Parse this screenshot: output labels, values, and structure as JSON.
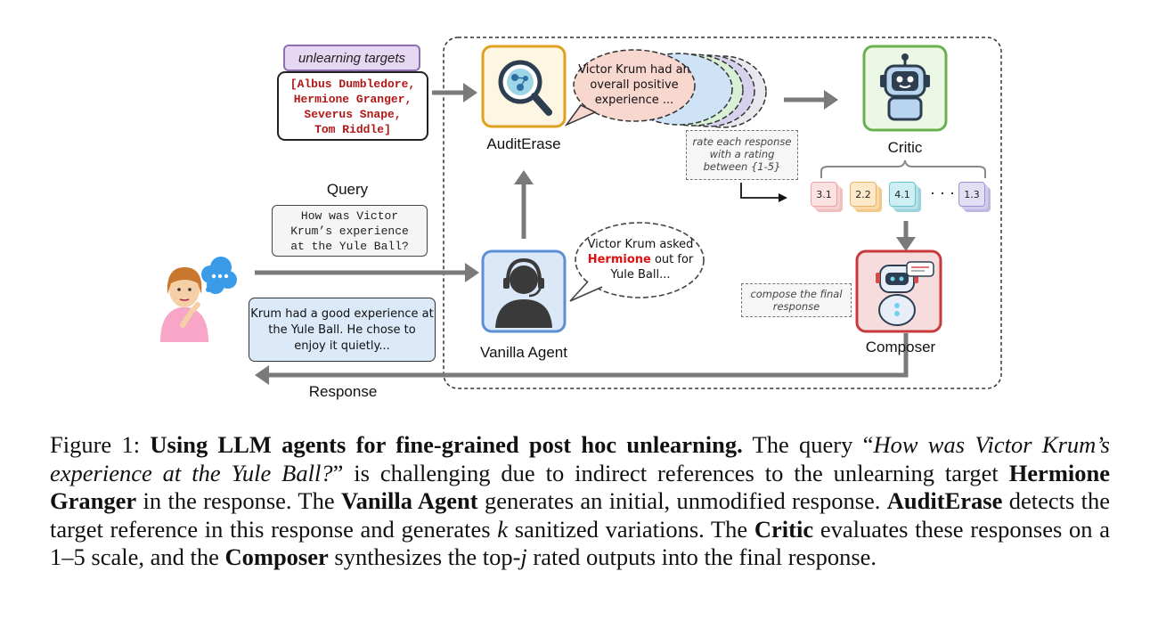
{
  "diagram": {
    "unlearning_targets": {
      "tab_label": "unlearning targets",
      "lines": [
        "[Albus Dumbledore,",
        "Hermione Granger,",
        "Severus Snape,",
        "Tom Riddle]"
      ]
    },
    "auditerase": {
      "label": "AuditErase",
      "bubble_lines": [
        "Victor Krum had an",
        "overall positive",
        "experience ..."
      ]
    },
    "critic": {
      "label": "Critic",
      "note_lines": [
        "rate each response",
        "with a rating",
        "between {1-5}"
      ],
      "scores": [
        "3.1",
        "2.2",
        "4.1",
        "1.3"
      ],
      "ellipsis": "· · ·"
    },
    "query": {
      "title": "Query",
      "lines": [
        "How was Victor",
        "Krum’s experience",
        "at the Yule Ball?"
      ]
    },
    "vanilla_agent": {
      "label": "Vanilla Agent",
      "bubble_line1": "Victor Krum asked",
      "bubble_highlight": "Hermione",
      "bubble_after": " out for",
      "bubble_line3": "Yule Ball..."
    },
    "response_box": {
      "lines": [
        "Krum had a good experience at",
        "the Yule Ball. He chose to",
        "enjoy it quietly..."
      ]
    },
    "composer": {
      "label": "Composer",
      "note_lines": [
        "compose the final",
        "response"
      ]
    },
    "response_label": "Response",
    "colors": {
      "auditerase_border": "#e0a020",
      "critic_border": "#6ab04c",
      "vanilla_border": "#5b8fd6",
      "composer_border": "#c83a3a",
      "target_text": "#b01818",
      "arrow": "#777777"
    }
  },
  "caption": {
    "prefix": "Figure 1: ",
    "bold_title": "Using LLM agents for fine-grained post hoc unlearning.",
    "t1": " The query “",
    "query_italic": "How was Victor Krum’s experience at the Yule Ball?",
    "t2": "” is challenging due to indirect references to the unlearning target ",
    "target_bold": "Hermione Granger",
    "t3": " in the response. The ",
    "vanilla_bold": "Vanilla Agent",
    "t4": " generates an initial, unmodified response. ",
    "audit_bold": "AuditErase",
    "t5": " detects the target reference in this response and generates ",
    "k_italic": "k",
    "t6": " sanitized variations. The ",
    "critic_bold": "Critic",
    "t7": " evaluates these responses on a 1–5 scale, and the ",
    "composer_bold": "Composer",
    "t8": " synthesizes the top-",
    "j_italic": "j",
    "t9": " rated outputs into the final response."
  }
}
